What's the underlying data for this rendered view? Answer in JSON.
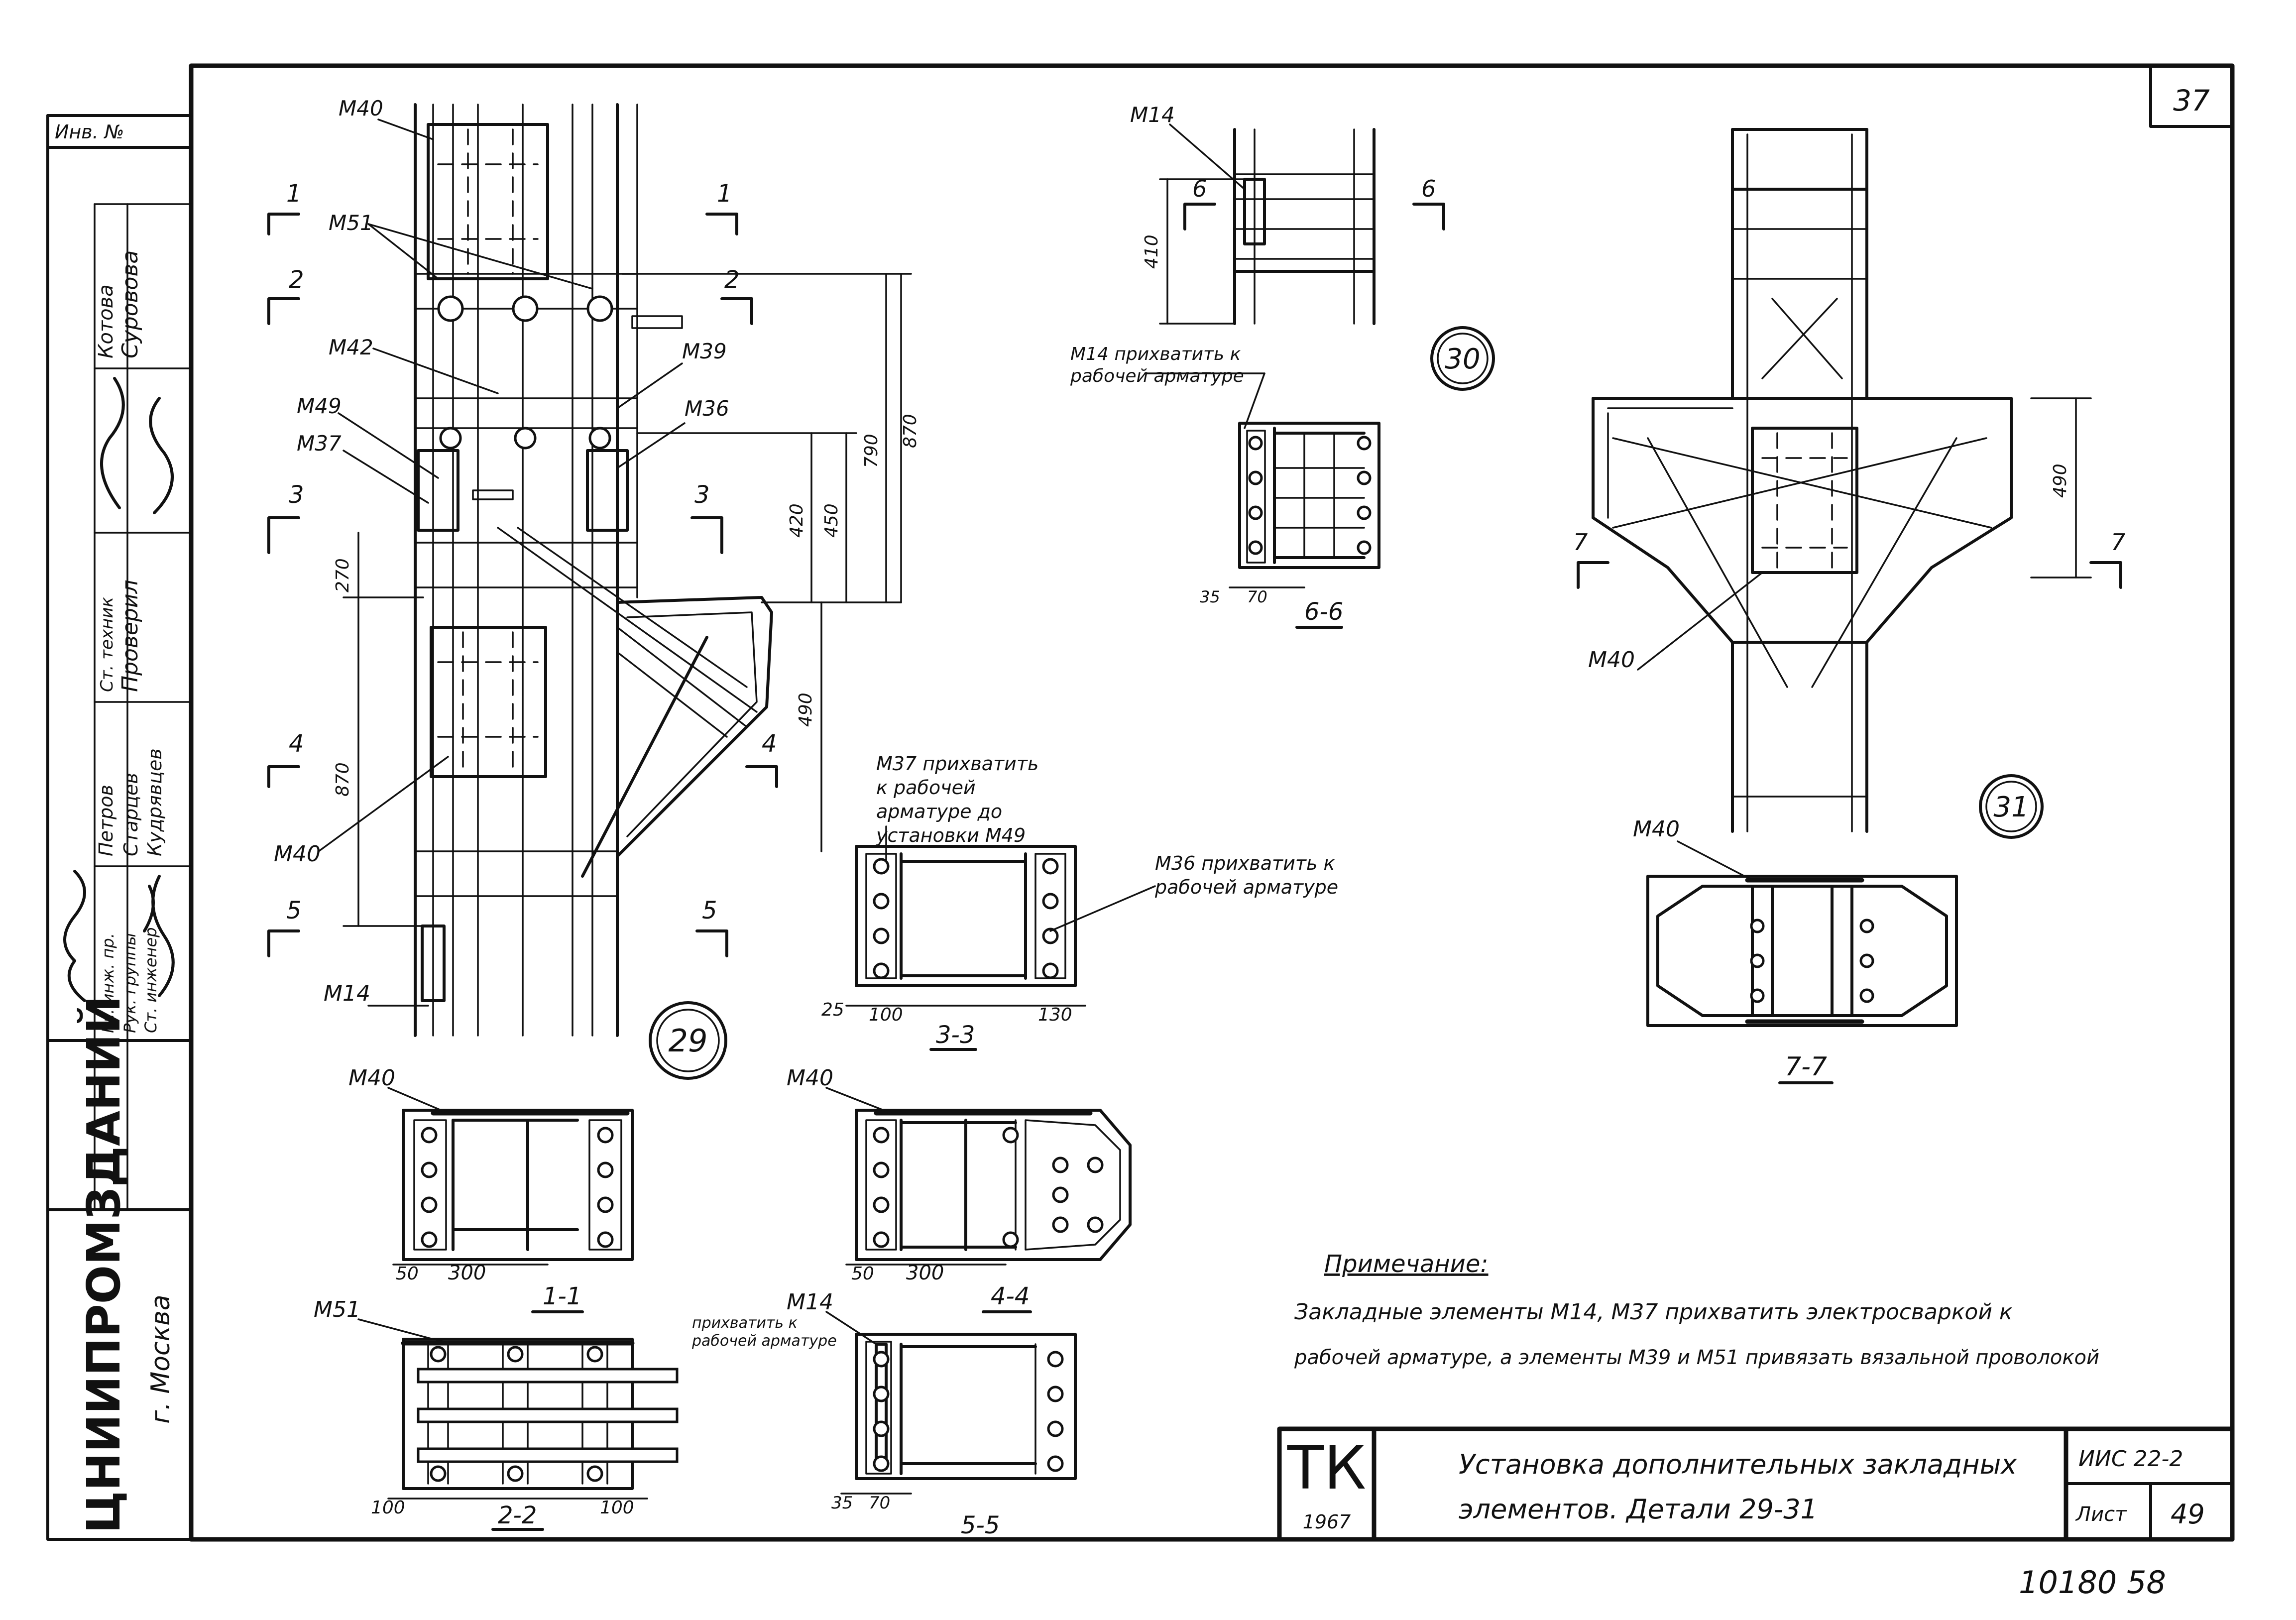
{
  "sheet": {
    "page_number": "37",
    "inv_label": "Инв. №",
    "org": "ЦНИИПРОМЗДАНИЙ",
    "city": "г. Москва",
    "signatures": {
      "rows": [
        {
          "role": "Гл. инж. пр.",
          "name": ""
        },
        {
          "role": "Рук. группы",
          "name": ""
        },
        {
          "role": "Ст. инженер",
          "name": ""
        },
        {
          "role": "Ст. техник",
          "name": "Проверил"
        },
        {
          "role": "Котова",
          "name": "Суровова"
        },
        {
          "role": "Петров",
          "name": "Старцев"
        },
        {
          "role": "",
          "name": "Кудрявцев"
        }
      ]
    },
    "title_block": {
      "series_mark": "ТК",
      "year": "1967",
      "title_line1": "Установка дополнительных закладных",
      "title_line2": "элементов.   Детали 29-31",
      "code": "ИИС 22-2",
      "sheet_label": "Лист",
      "sheet_number": "49"
    },
    "footer_number": "10180   58"
  },
  "note": {
    "heading": "Примечание:",
    "line1": "Закладные элементы М14, М37 прихватить электросваркой к",
    "line2": "рабочей арматуре, а элементы М39 и М51 привязать вязальной проволокой"
  },
  "detail29": {
    "id": "29",
    "labels": {
      "m40_top": "М40",
      "m51": "М51",
      "m42": "М42",
      "m39": "М39",
      "m49": "М49",
      "m37": "М37",
      "m36": "М36",
      "m40_bottom": "М40",
      "m14": "М14"
    },
    "dims": {
      "d270": "270",
      "d870_left": "870",
      "d420": "420",
      "d450": "450",
      "d790": "790",
      "d870_right": "870",
      "d490": "490"
    },
    "section_marks": [
      "1",
      "2",
      "3",
      "4",
      "5"
    ]
  },
  "section_3_3": {
    "title": "3-3",
    "callout_m37": "М37 прихватить к рабочей арматуре до установки М49",
    "callout_m36": "М36 прихватить к рабочей арматуре",
    "dims": [
      "25",
      "100",
      "130"
    ]
  },
  "section_1_1": {
    "title": "1-1",
    "label": "М40",
    "dims": [
      "50",
      "300"
    ]
  },
  "section_4_4": {
    "title": "4-4",
    "label": "М40",
    "dims": [
      "50",
      "300"
    ]
  },
  "section_2_2": {
    "title": "2-2",
    "label": "М51",
    "dims": [
      "100",
      "100"
    ]
  },
  "section_5_5": {
    "title": "5-5",
    "label": "М14",
    "callout": "прихватить к рабочей арматуре",
    "dims": [
      "35",
      "70"
    ]
  },
  "detail30": {
    "id": "30",
    "label": "М14",
    "dim": "410",
    "section_mark": "6",
    "callout": "М14 прихватить к рабочей арматуре"
  },
  "section_6_6": {
    "title": "6-6",
    "dims": [
      "35",
      "70"
    ]
  },
  "detail31": {
    "id": "31",
    "label": "М40",
    "dim": "490",
    "section_mark": "7"
  },
  "section_7_7": {
    "title": "7-7",
    "label": "М40"
  }
}
